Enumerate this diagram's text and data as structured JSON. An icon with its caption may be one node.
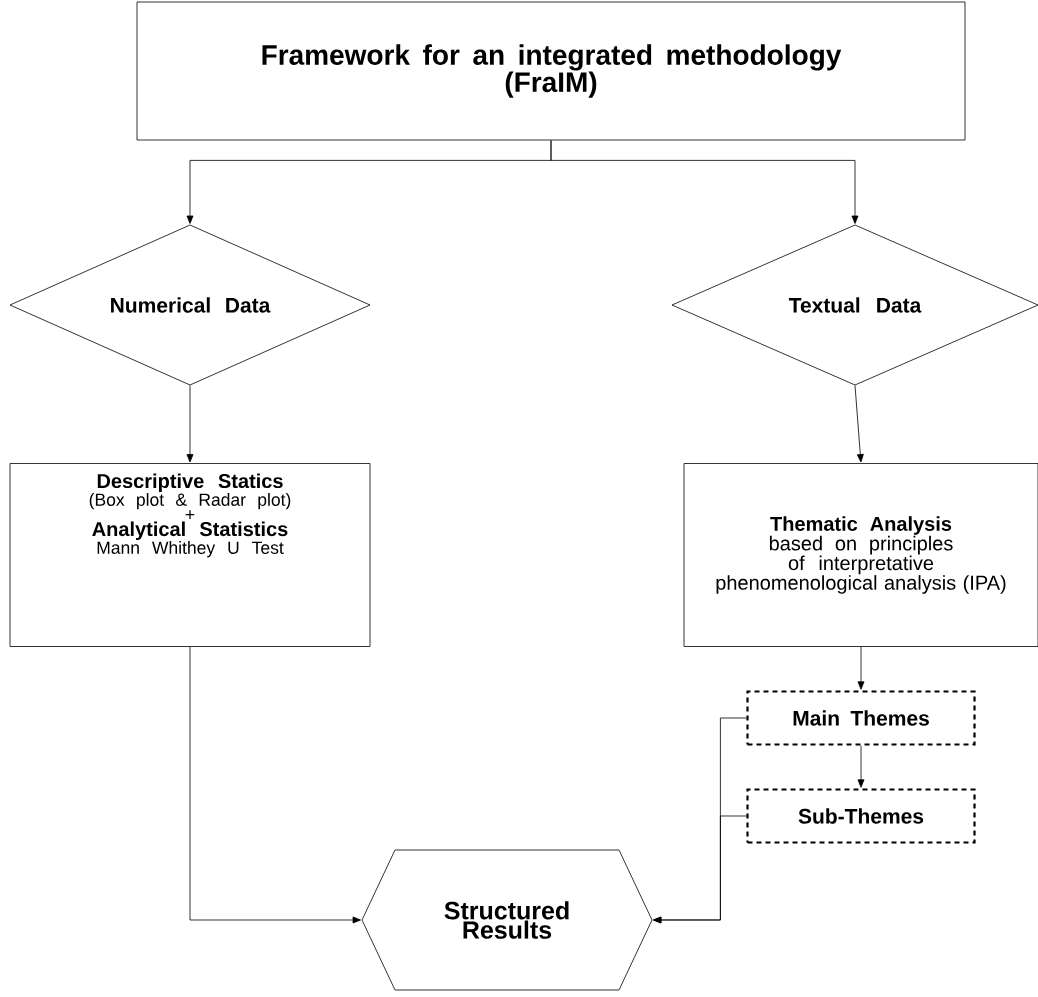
{
  "diagram": {
    "nodes": [
      {
        "text": [
          "Framework for an integrated methodology (FraIM)"
        ]
      },
      {
        "text": [
          "Numerical Data"
        ]
      },
      {
        "text": [
          "Textual Data"
        ]
      },
      {
        "text": [
          "Descriptive Statics",
          "(Box plot & Radar plot)",
          "+",
          "Analytical Statistics",
          "Mann Whithey U Test"
        ]
      },
      {
        "text": [
          "Thematic Analysis",
          "based on principles of interpretative phenomenological analysis (IPA)"
        ]
      },
      {
        "text": [
          "Main Themes"
        ]
      },
      {
        "text": [
          "Sub-Themes"
        ]
      },
      {
        "text": [
          "Structured Results"
        ]
      }
    ],
    "edges": [
      {
        "from": 0,
        "to": 1,
        "arrow": "to"
      },
      {
        "from": 0,
        "to": 2,
        "arrow": "to"
      },
      {
        "from": 1,
        "to": 3,
        "arrow": "to"
      },
      {
        "from": 2,
        "to": 4,
        "arrow": "to"
      },
      {
        "from": 4,
        "to": 5,
        "arrow": "to"
      },
      {
        "from": 5,
        "to": 6,
        "arrow": "to"
      },
      {
        "from": 3,
        "to": 7,
        "arrow": "to"
      },
      {
        "from": 6,
        "to": 7,
        "arrow": "to"
      },
      {
        "from": 5,
        "to": 7,
        "arrow": "to"
      }
    ]
  }
}
